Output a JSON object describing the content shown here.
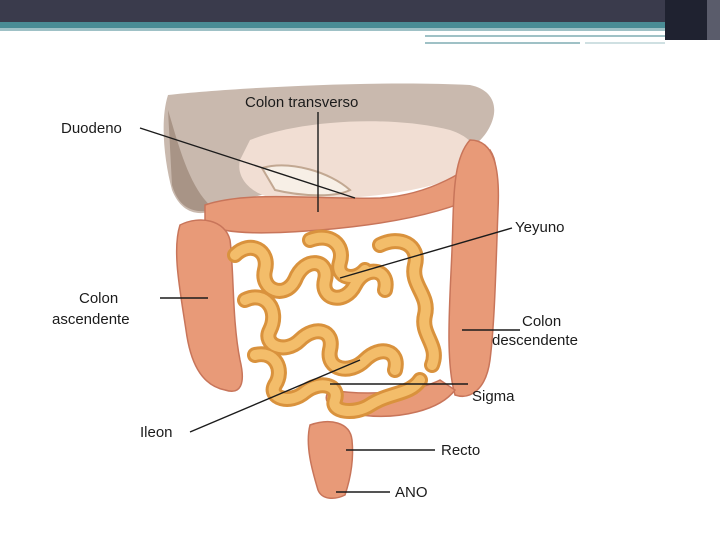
{
  "labels": {
    "colon_transverso": "Colon transverso",
    "duodeno": "Duodeno",
    "yeyuno": "Yeyuno",
    "colon_asc_1": "Colon",
    "colon_asc_2": "ascendente",
    "colon_desc_1": "Colon",
    "colon_desc_2": "descendente",
    "sigma": "Sigma",
    "ileon": "Ileon",
    "recto": "Recto",
    "ano": "ANO"
  },
  "colors": {
    "colon": "#e89a78",
    "small_intestine": "#f0b45a",
    "liver": "#b5a294",
    "stomach": "#f1ded3",
    "label_text": "#1b1b1b"
  }
}
